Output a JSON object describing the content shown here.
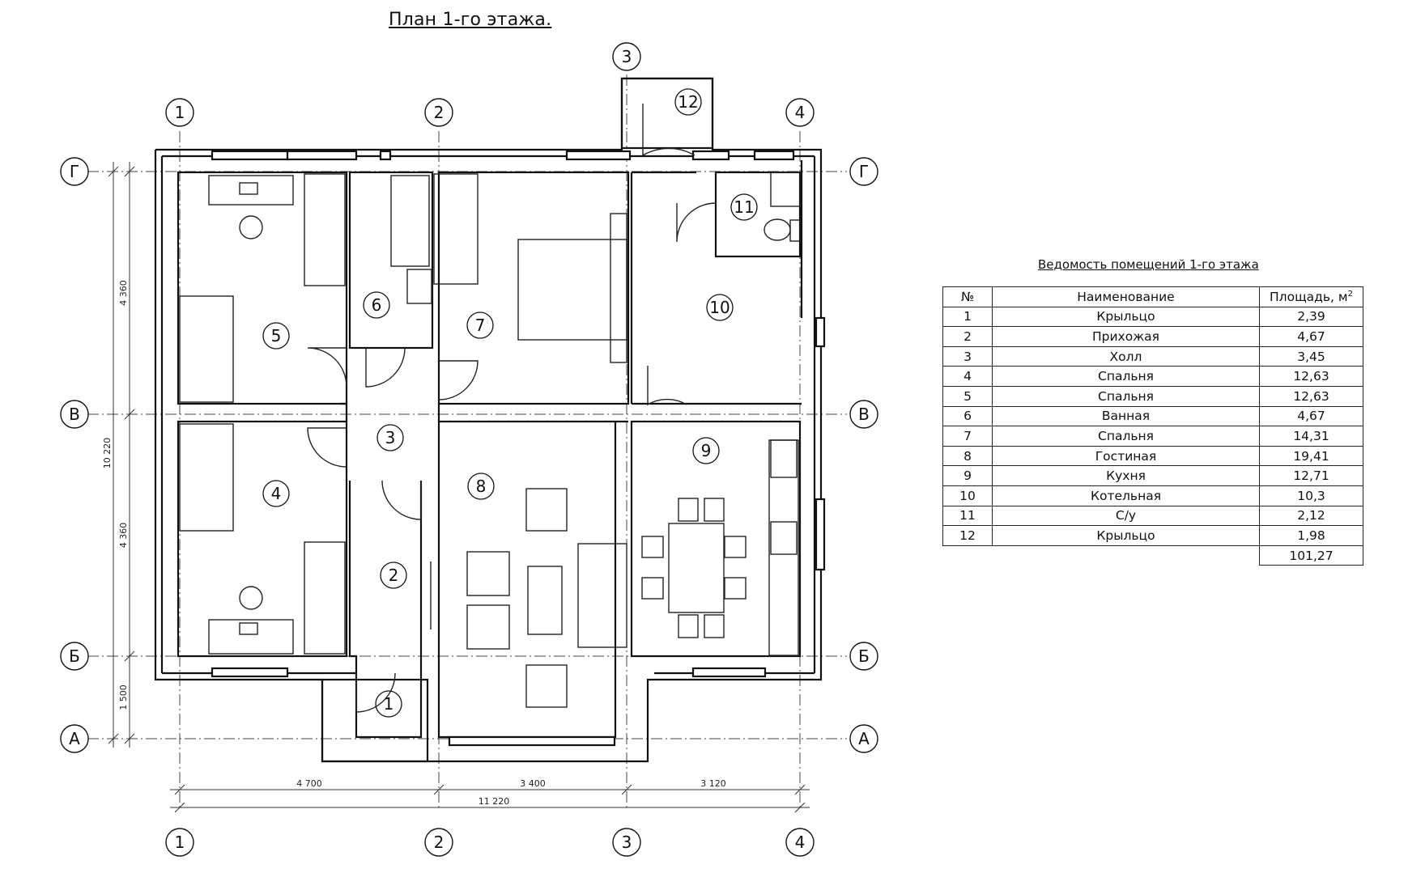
{
  "plan": {
    "title": "План 1-го этажа.",
    "axis_columns": [
      "1",
      "2",
      "3",
      "4"
    ],
    "axis_rows": [
      "Г",
      "В",
      "Б",
      "А"
    ],
    "dimensions_bottom": [
      "4 700",
      "3 400",
      "3 120"
    ],
    "dimension_total_bottom": "11 220",
    "dimensions_left": [
      "4 360",
      "4 360",
      "1 500"
    ],
    "dimension_total_left": "10 220",
    "room_numbers": [
      "1",
      "2",
      "3",
      "4",
      "5",
      "6",
      "7",
      "8",
      "9",
      "10",
      "11",
      "12"
    ]
  },
  "schedule": {
    "title": "Ведомость помещений 1-го этажа",
    "headers": {
      "num": "№",
      "name": "Наименование",
      "area": "Площадь, м",
      "area_unit_sup": "2"
    },
    "rows": [
      {
        "num": "1",
        "name": "Крыльцо",
        "area": "2,39"
      },
      {
        "num": "2",
        "name": "Прихожая",
        "area": "4,67"
      },
      {
        "num": "3",
        "name": "Холл",
        "area": "3,45"
      },
      {
        "num": "4",
        "name": "Спальня",
        "area": "12,63"
      },
      {
        "num": "5",
        "name": "Спальня",
        "area": "12,63"
      },
      {
        "num": "6",
        "name": "Ванная",
        "area": "4,67"
      },
      {
        "num": "7",
        "name": "Спальня",
        "area": "14,31"
      },
      {
        "num": "8",
        "name": "Гостиная",
        "area": "19,41"
      },
      {
        "num": "9",
        "name": "Кухня",
        "area": "12,71"
      },
      {
        "num": "10",
        "name": "Котельная",
        "area": "10,3"
      },
      {
        "num": "11",
        "name": "С/у",
        "area": "2,12"
      },
      {
        "num": "12",
        "name": "Крыльцо",
        "area": "1,98"
      }
    ],
    "total": "101,27"
  }
}
